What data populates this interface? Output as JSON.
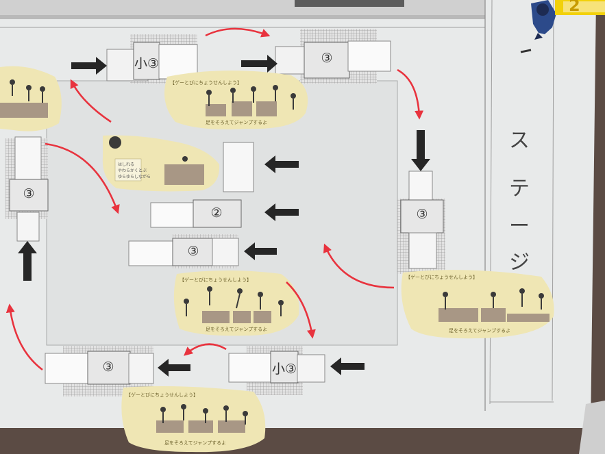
{
  "stage_label": [
    "ス",
    "テ",
    "ー",
    "ジ"
  ],
  "corner_character": "2",
  "stations": [
    {
      "id": "top-small",
      "label": "小③"
    },
    {
      "id": "top-right",
      "label": "③"
    },
    {
      "id": "left-side",
      "label": "③"
    },
    {
      "id": "right-side",
      "label": "③"
    },
    {
      "id": "center-two",
      "label": "②"
    },
    {
      "id": "center-three",
      "label": "③"
    },
    {
      "id": "bottom-left",
      "label": "③"
    },
    {
      "id": "bottom-small",
      "label": "小③"
    }
  ],
  "illustration_caption": "【ゲーとびにちょうせんしよう】",
  "illustration_footer": "足をそろえてジャンプするよ",
  "coach_note": [
    "はしれる",
    "やわらかくとぶ",
    "ゆらゆらしながら"
  ],
  "colors": {
    "paper": "#e9ebea",
    "blob": "#efe6b4",
    "arrow_red": "#e8333e",
    "arrow_black": "#262626"
  }
}
